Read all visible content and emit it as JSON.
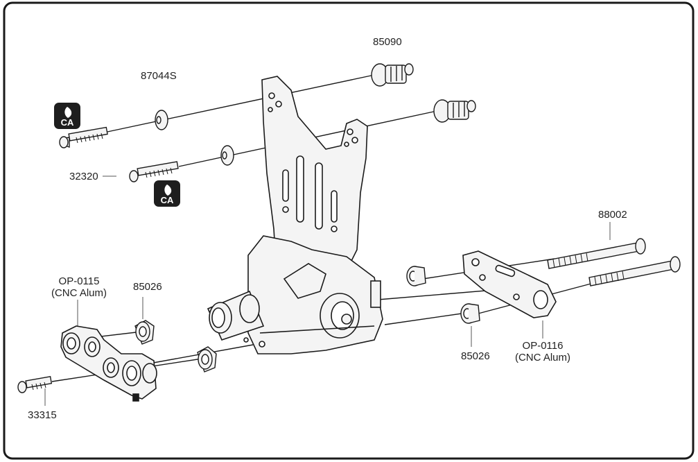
{
  "parts": {
    "p85090": "85090",
    "p87044s": "87044S",
    "p32320": "32320",
    "p88002": "88002",
    "op0115": "OP-0115",
    "op0115_sub": "(CNC Alum)",
    "p85026_a": "85026",
    "p85026_b": "85026",
    "op0116": "OP-0116",
    "op0116_sub": "(CNC Alum)",
    "p33315": "33315"
  },
  "badges": {
    "ca_1": "CA",
    "ca_2": "CA"
  },
  "colors": {
    "line": "#1a1a1a",
    "part_fill": "#f4f4f4",
    "badge": "#1e1e1e"
  }
}
